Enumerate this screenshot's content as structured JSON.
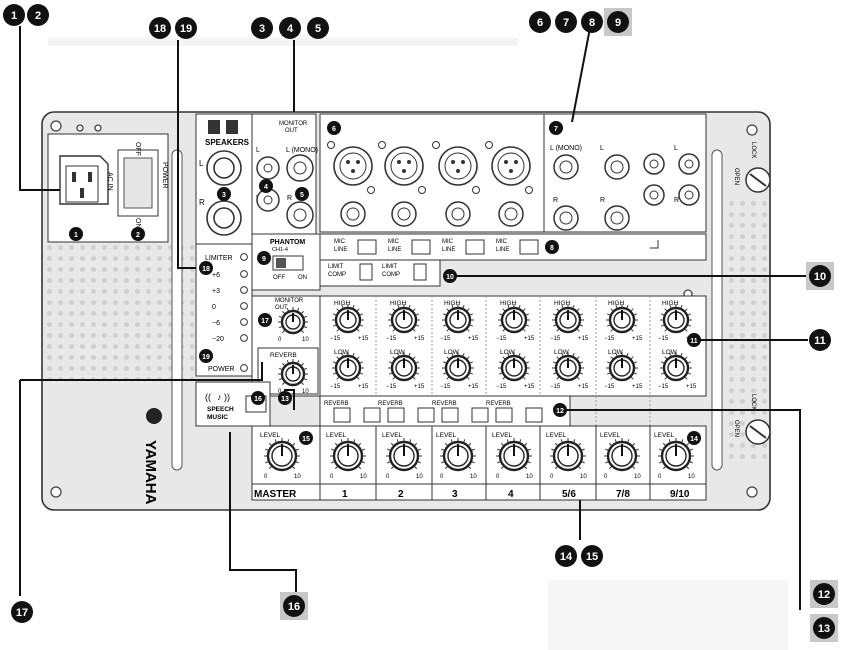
{
  "callouts": {
    "c1": "1",
    "c2": "2",
    "c3": "3",
    "c4": "4",
    "c5": "5",
    "c6": "6",
    "c7": "7",
    "c8": "8",
    "c9": "9",
    "c10": "10",
    "c11": "11",
    "c12": "12",
    "c13": "13",
    "c14": "14",
    "c15": "15",
    "c16": "16",
    "c17": "17",
    "c18": "18",
    "c19": "19"
  },
  "power_section": {
    "off": "OFF",
    "on": "ON",
    "power": "POWER",
    "ac_in": "AC IN"
  },
  "speakers": {
    "title": "SPEAKERS",
    "l": "L",
    "r": "R"
  },
  "monitor_out": {
    "title_1": "MONITOR",
    "title_2": "OUT",
    "l_mono": "L (MONO)",
    "r": "R"
  },
  "inputs": {
    "l_mono": "L (MONO)",
    "l": "L",
    "r": "R"
  },
  "phantom": {
    "title": "PHANTOM",
    "sub": "CH1-4",
    "off": "OFF",
    "on": "ON"
  },
  "mic_line": {
    "mic": "MIC",
    "line": "LINE"
  },
  "limit_comp": {
    "limit": "LIMIT",
    "comp": "COMP"
  },
  "meter": {
    "limiter": "LIMITER",
    "levels": [
      "+6",
      "+3",
      "0",
      "−6",
      "−20"
    ],
    "power": "POWER"
  },
  "eq": {
    "high": "HIGH",
    "low": "LOW",
    "min": "−15",
    "max": "+15"
  },
  "knob_scale": {
    "min": "0",
    "max": "10"
  },
  "master_knobs": {
    "monitor_1": "MONITOR",
    "monitor_2": "OUT",
    "reverb": "REVERB"
  },
  "reverb_label": "REVERB",
  "speech_music": {
    "speech": "SPEECH",
    "music": "MUSIC"
  },
  "level_label": "LEVEL",
  "channels": [
    "MASTER",
    "1",
    "2",
    "3",
    "4",
    "5/6",
    "7/8",
    "9/10"
  ],
  "brand": "YAMAHA",
  "lock": {
    "lock": "LOCK",
    "open": "OPEN"
  }
}
